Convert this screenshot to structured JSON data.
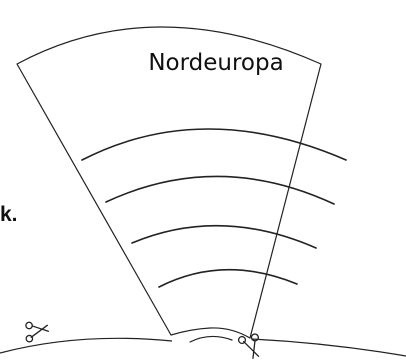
{
  "worksheet": {
    "region_title": "Nordeuropa",
    "side_text": "k.",
    "writing_line_count": 4
  },
  "icons": {
    "scissors_left": "scissors-icon",
    "scissors_right": "scissors-icon"
  },
  "colors": {
    "ink": "#222222",
    "paper": "#ffffff"
  }
}
